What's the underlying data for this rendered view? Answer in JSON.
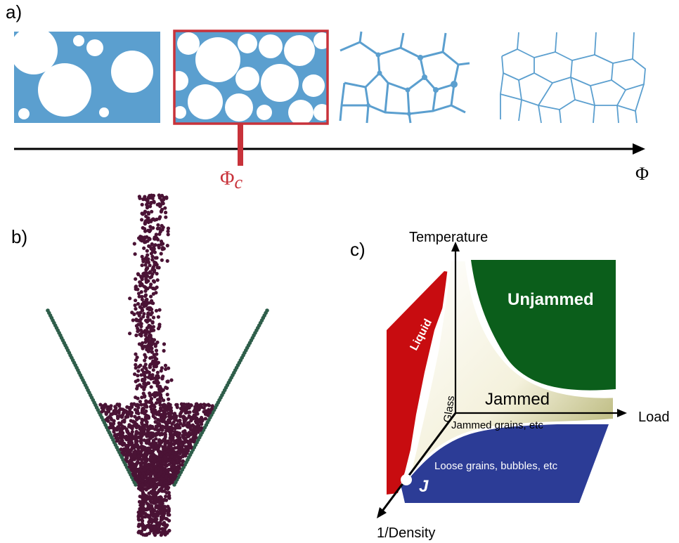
{
  "panels": {
    "a": "a)",
    "b": "b)",
    "c": "c)"
  },
  "panel_a": {
    "axis_label": "Φ",
    "critical_label_main": "Φ",
    "critical_label_sub": "c",
    "colors": {
      "fluid": "#5b9fcf",
      "critical": "#c8323a",
      "axis": "#000000"
    }
  },
  "panel_b": {
    "colors": {
      "particles": "#4a1335",
      "walls": "#2e5e4a"
    }
  },
  "panel_c": {
    "axes": {
      "vertical": "Temperature",
      "horizontal": "Load",
      "depth": "1/Density"
    },
    "regions": {
      "unjammed": "Unjammed",
      "jammed": "Jammed",
      "liquid": "Liquid",
      "glass": "Glass",
      "jammed_grains": "Jammed grains, etc",
      "loose": "Loose grains, bubbles, etc",
      "point": "J"
    },
    "colors": {
      "unjammed": "#0b5e1b",
      "liquid": "#c80c10",
      "loose": "#2c3c96",
      "jammed": "#a9a860"
    }
  }
}
